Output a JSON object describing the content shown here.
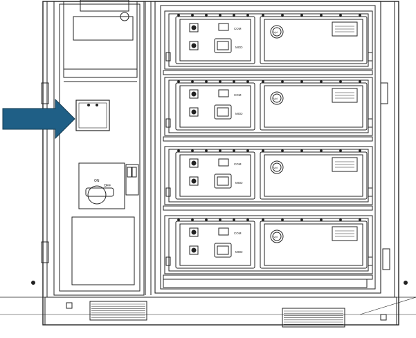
{
  "switch": {
    "on_label": "ON",
    "off_label": "OFF"
  },
  "modules": [
    {
      "com_label": "COM",
      "mod_label": "MOD",
      "logo_text": "Vpl"
    },
    {
      "com_label": "COM",
      "mod_label": "MOD",
      "logo_text": "Vpl"
    },
    {
      "com_label": "COM",
      "mod_label": "MOD",
      "logo_text": "Vpl"
    },
    {
      "com_label": "COM",
      "mod_label": "MOD",
      "logo_text": "Vpl"
    }
  ],
  "colors": {
    "arrow": "#1f5f86",
    "line": "#222222",
    "background": "#ffffff"
  },
  "callout": {
    "icon": "arrow-right-icon",
    "points_to": "junction-box"
  }
}
